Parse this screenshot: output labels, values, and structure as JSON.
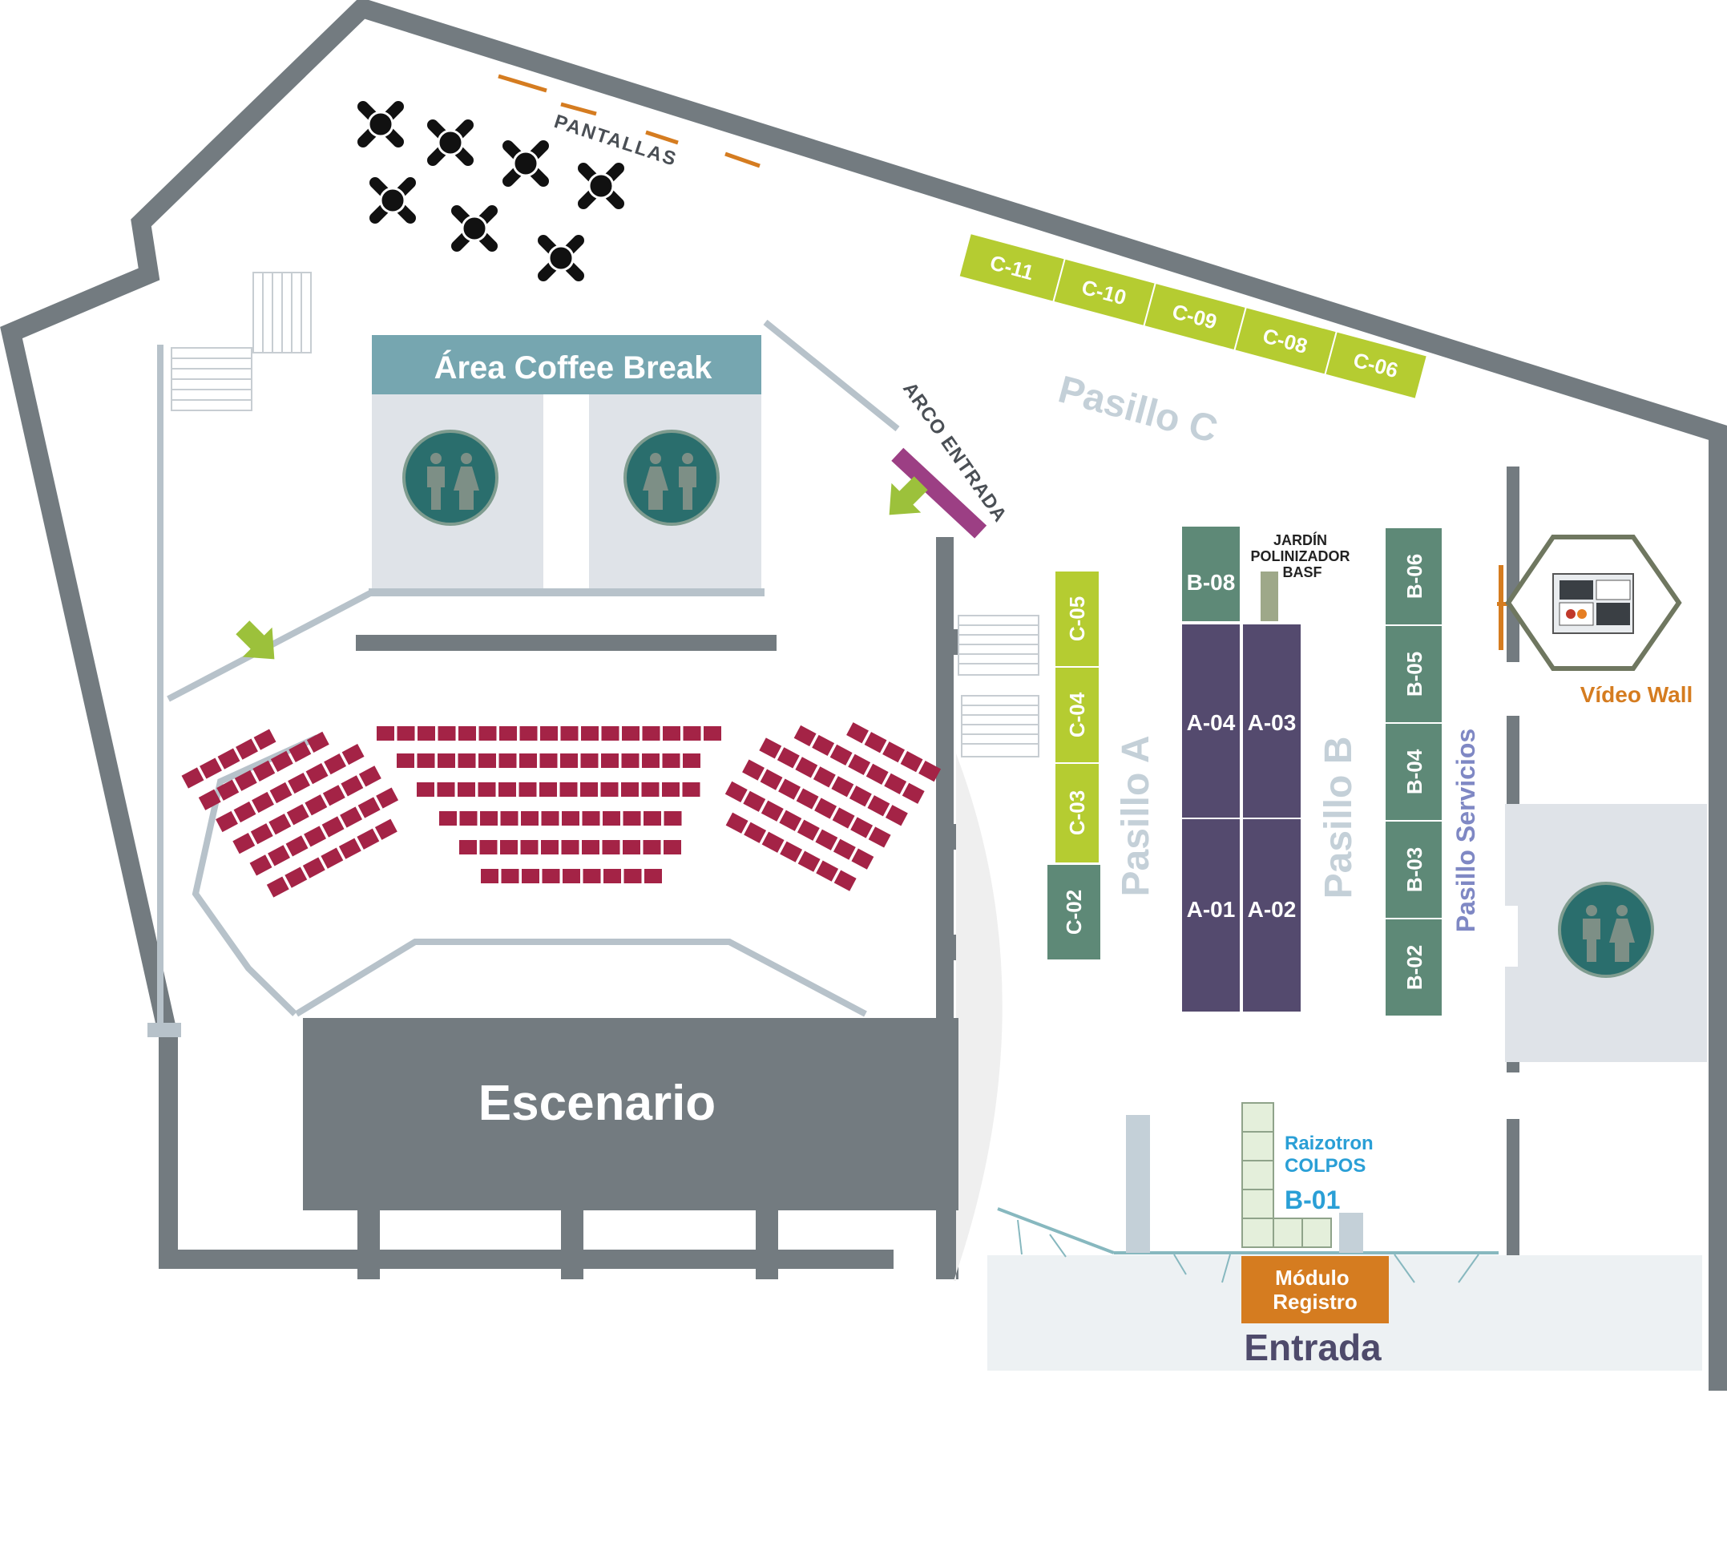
{
  "labels": {
    "pantallas": "PANTALLAS",
    "coffee_break": "Área Coffee Break",
    "arco_entrada": "ARCO ENTRADA",
    "pasillo_a": "Pasillo A",
    "pasillo_b": "Pasillo B",
    "pasillo_c": "Pasillo C",
    "pasillo_servicios": "Pasillo Servicios",
    "escenario": "Escenario",
    "video_wall": "Vídeo Wall",
    "jardin_1": "JARDÍN",
    "jardin_2": "POLINIZADOR",
    "jardin_3": "BASF",
    "raizotron_1": "Raizotron",
    "raizotron_2": "COLPOS",
    "raizotron_booth": "B-01",
    "registro_1": "Módulo",
    "registro_2": "Registro",
    "entrada": "Entrada"
  },
  "booths": {
    "c11": "C-11",
    "c10": "C-10",
    "c09": "C-09",
    "c08": "C-08",
    "c06": "C-06",
    "c05": "C-05",
    "c04": "C-04",
    "c03": "C-03",
    "c02": "C-02",
    "b08": "B-08",
    "b06": "B-06",
    "b05": "B-05",
    "b04": "B-04",
    "b03": "B-03",
    "b02": "B-02",
    "a04": "A-04",
    "a03": "A-03",
    "a01": "A-01",
    "a02": "A-02"
  },
  "colors": {
    "wall": "#737b80",
    "c_booth": "#b5cc31",
    "b_booth": "#5e8977",
    "a_booth": "#544a6e",
    "seat": "#a42346",
    "coffee_header": "#76a6b0",
    "restroom_fill": "#2a6e6d",
    "arco": "#9c3f84",
    "registro": "#d57c20",
    "aisle_text": "#c4d0d8",
    "servicios_text": "#7f88c4",
    "entrada_text": "#4e4a6b",
    "arrow": "#9cc13b",
    "raizotron_text": "#2a9fd6"
  },
  "icons": [
    "restroom-icon",
    "coffee-table-icon",
    "arrow-icon",
    "video-wall-icon"
  ]
}
